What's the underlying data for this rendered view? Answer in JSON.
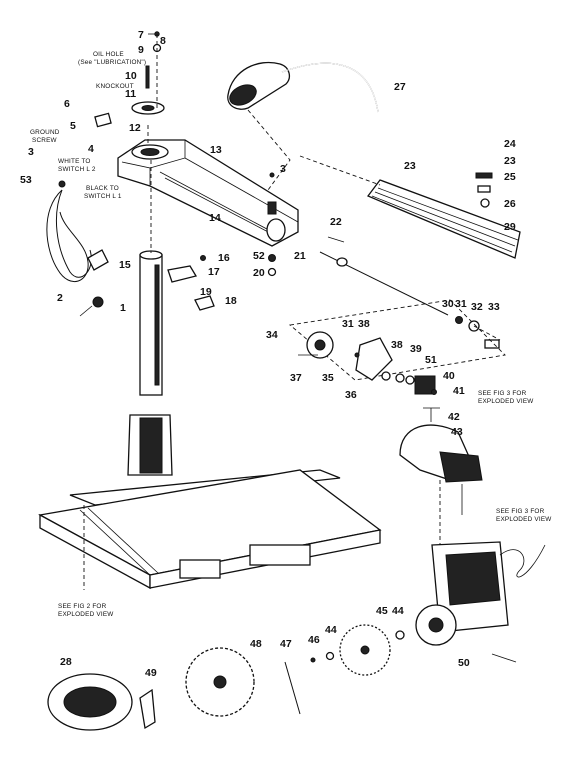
{
  "diagram": {
    "callouts": {
      "c1": "1",
      "c2": "2",
      "c3a": "3",
      "c3b": "3",
      "c4": "4",
      "c5": "5",
      "c6": "6",
      "c7": "7",
      "c8": "8",
      "c9": "9",
      "c10": "10",
      "c11": "11",
      "c12": "12",
      "c13": "13",
      "c14": "14",
      "c15": "15",
      "c16": "16",
      "c17": "17",
      "c18": "18",
      "c19": "19",
      "c20": "20",
      "c21": "21",
      "c22": "22",
      "c23a": "23",
      "c23b": "23",
      "c24": "24",
      "c25": "25",
      "c26": "26",
      "c27": "27",
      "c28": "28",
      "c29": "29",
      "c30": "30",
      "c31a": "31",
      "c31b": "31",
      "c32": "32",
      "c33": "33",
      "c34": "34",
      "c35": "35",
      "c36": "36",
      "c37": "37",
      "c38a": "38",
      "c38b": "38",
      "c39": "39",
      "c40": "40",
      "c41": "41",
      "c42": "42",
      "c43": "43",
      "c44a": "44",
      "c44b": "44",
      "c45": "45",
      "c46": "46",
      "c47": "47",
      "c48": "48",
      "c49": "49",
      "c50": "50",
      "c51": "51",
      "c52": "52",
      "c53": "53"
    },
    "notes": {
      "oil_hole_1": "OIL HOLE",
      "oil_hole_2": "(See \"LUBRICATION\")",
      "knockout": "KNOCKOUT",
      "ground_screw_1": "GROUND",
      "ground_screw_2": "SCREW",
      "white_to_switch_1": "WHITE TO",
      "white_to_switch_2": "SWITCH L 2",
      "black_to_switch_1": "BLACK TO",
      "black_to_switch_2": "SWITCH L 1",
      "fig3_top_1": "SEE FIG 3 FOR",
      "fig3_top_2": "EXPLODED VIEW",
      "fig3_bottom_1": "SEE FIG 3 FOR",
      "fig3_bottom_2": "EXPLODED VIEW",
      "fig2_1": "SEE FIG 2 FOR",
      "fig2_2": "EXPLODED VIEW"
    }
  }
}
